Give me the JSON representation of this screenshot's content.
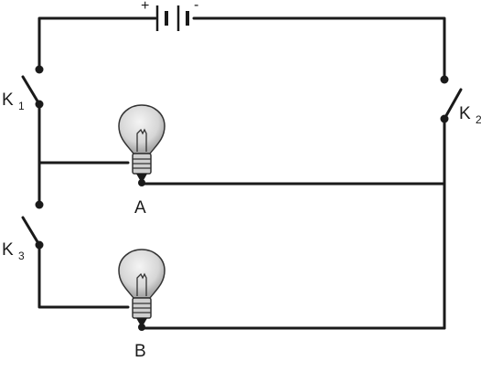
{
  "battery": {
    "plus": "+",
    "minus": "-"
  },
  "switches": [
    {
      "letter": "K",
      "sub": "1"
    },
    {
      "letter": "K",
      "sub": "2"
    },
    {
      "letter": "K",
      "sub": "3"
    }
  ],
  "bulbs": [
    {
      "label": "A"
    },
    {
      "label": "B"
    }
  ]
}
